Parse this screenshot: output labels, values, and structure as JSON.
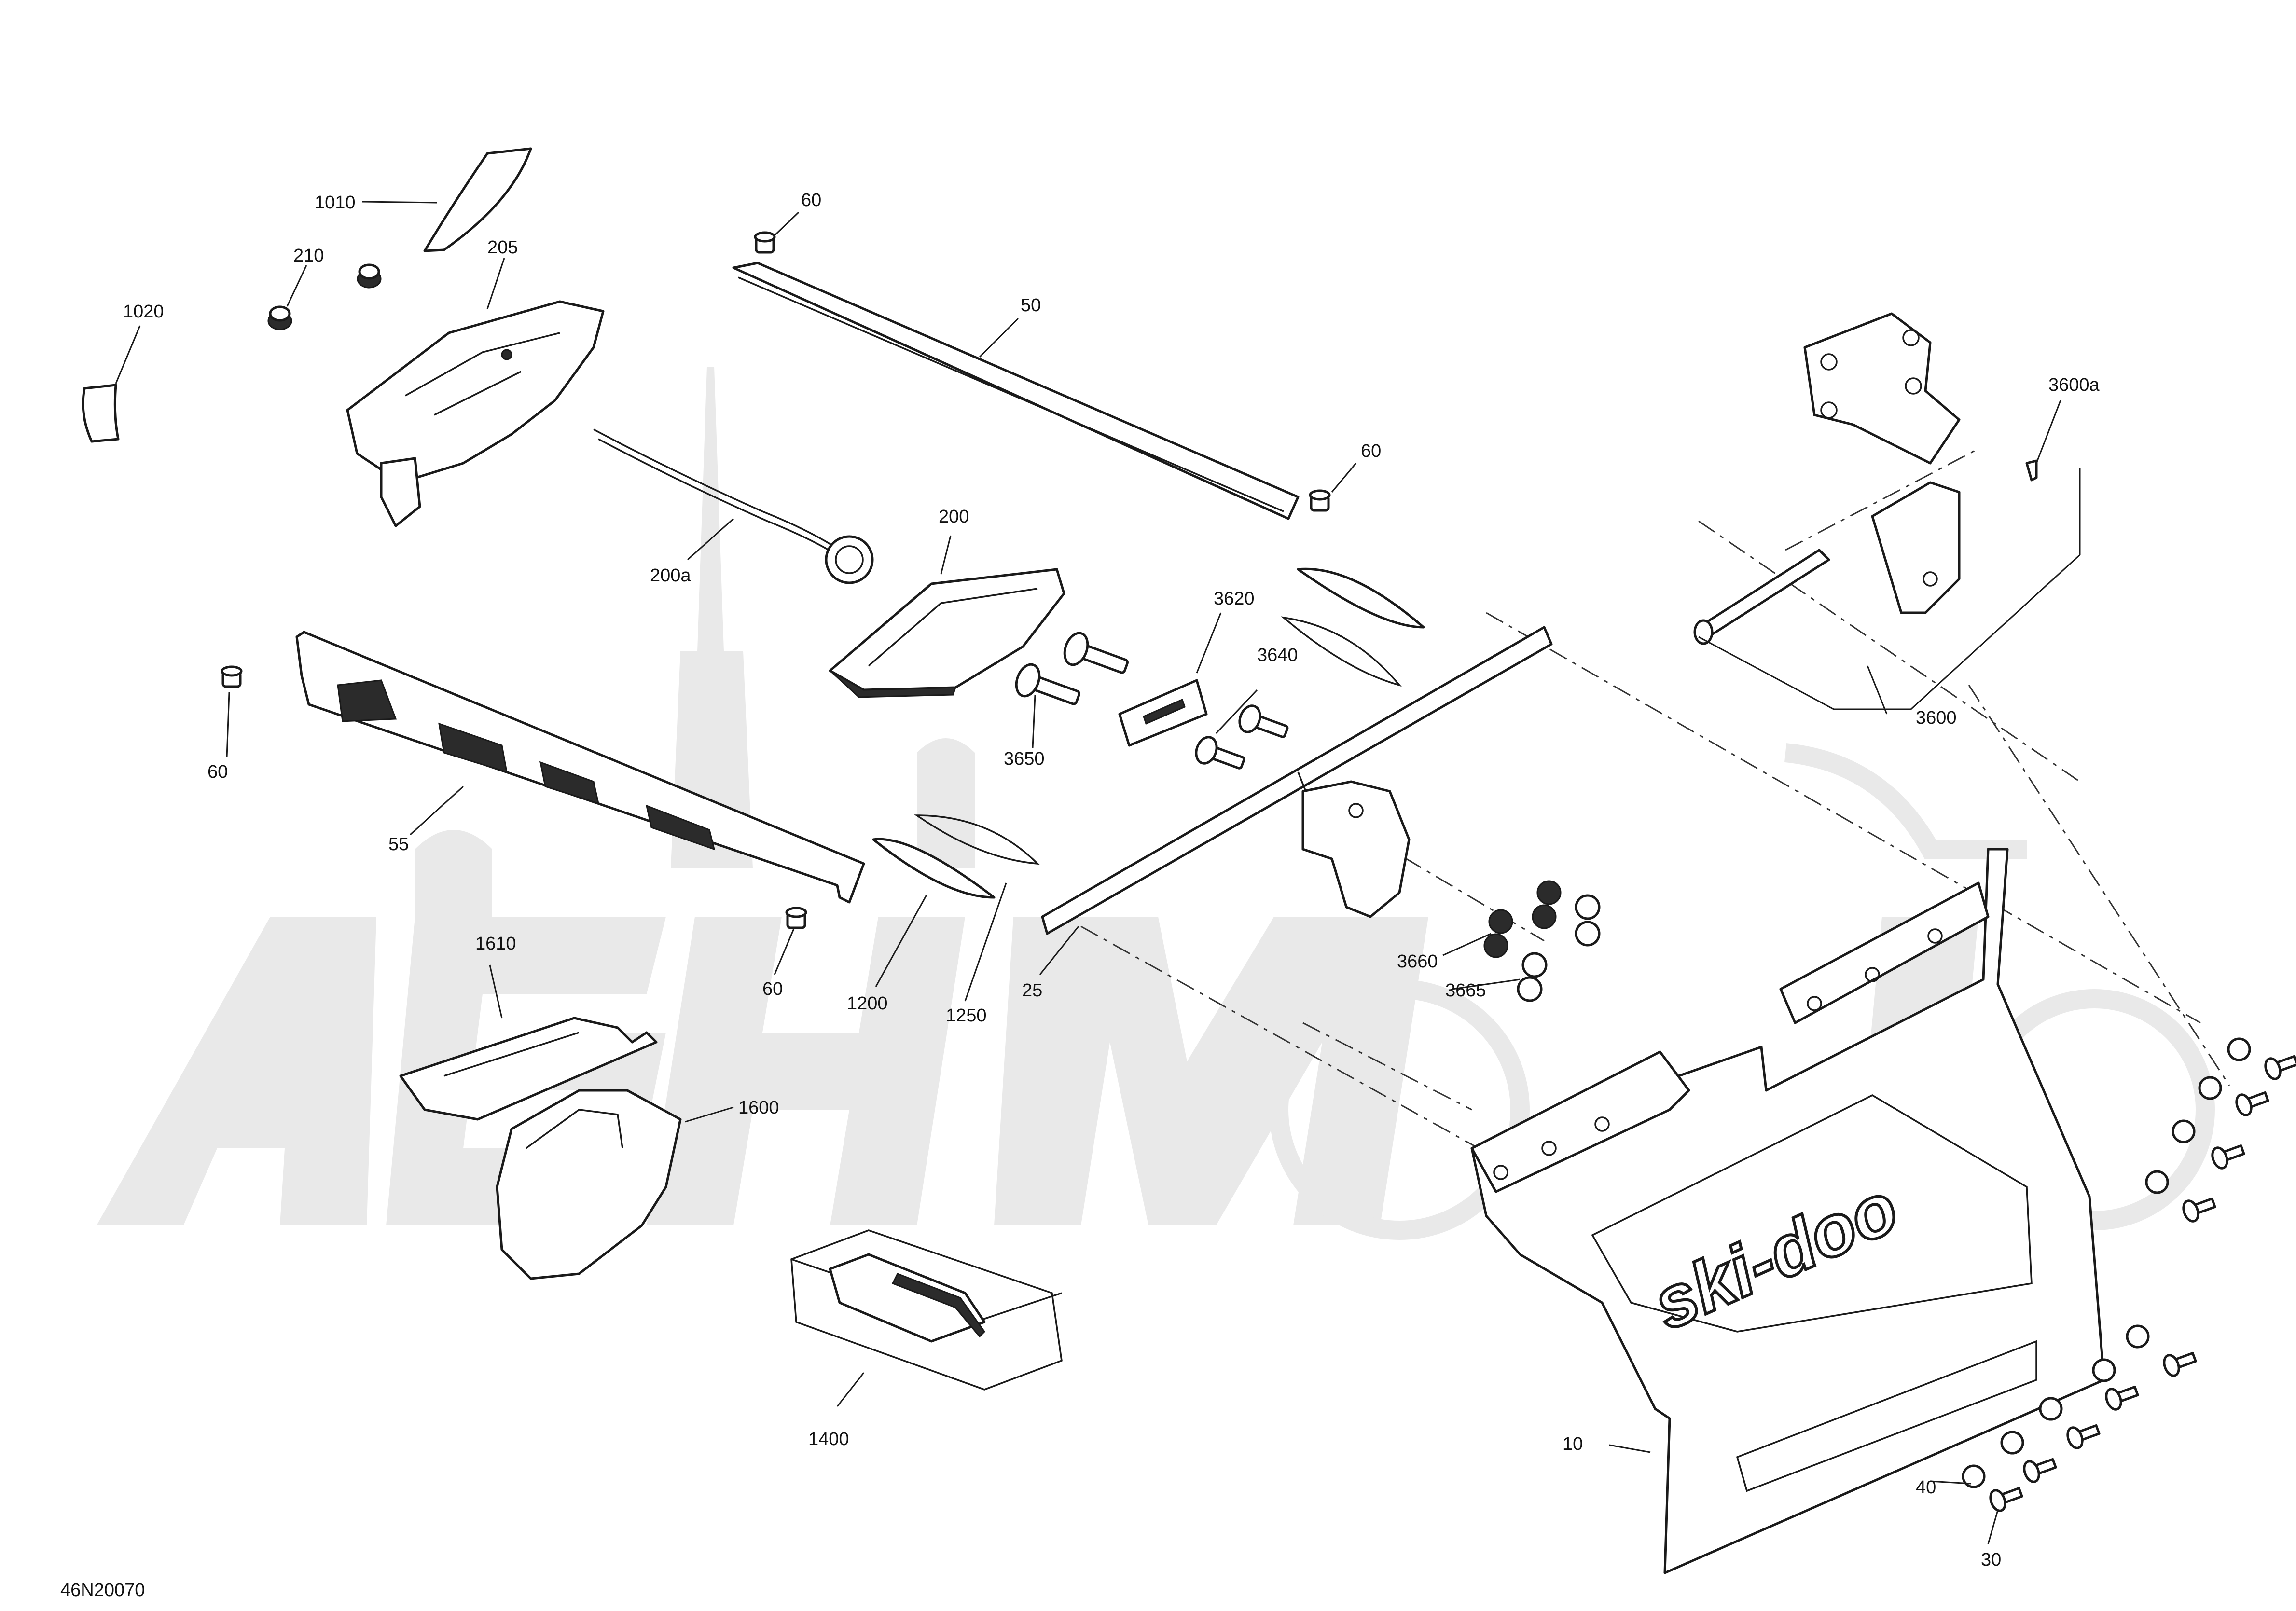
{
  "diagram": {
    "code": "46N20070",
    "brand_text": "ski-doo",
    "watermark": "AGHMoto",
    "callouts": [
      {
        "id": "c1010",
        "label": "1010"
      },
      {
        "id": "c1020",
        "label": "1020"
      },
      {
        "id": "c210",
        "label": "210"
      },
      {
        "id": "c205",
        "label": "205"
      },
      {
        "id": "c60a",
        "label": "60"
      },
      {
        "id": "c50",
        "label": "50"
      },
      {
        "id": "c60b",
        "label": "60"
      },
      {
        "id": "c200",
        "label": "200"
      },
      {
        "id": "c200a",
        "label": "200a"
      },
      {
        "id": "c3600a",
        "label": "3600a"
      },
      {
        "id": "c3600",
        "label": "3600"
      },
      {
        "id": "c3620",
        "label": "3620"
      },
      {
        "id": "c3640",
        "label": "3640"
      },
      {
        "id": "c3650",
        "label": "3650"
      },
      {
        "id": "c60c",
        "label": "60"
      },
      {
        "id": "c55",
        "label": "55"
      },
      {
        "id": "c60d",
        "label": "60"
      },
      {
        "id": "c1200",
        "label": "1200"
      },
      {
        "id": "c1250",
        "label": "1250"
      },
      {
        "id": "c25",
        "label": "25"
      },
      {
        "id": "c3660",
        "label": "3660"
      },
      {
        "id": "c3665",
        "label": "3665"
      },
      {
        "id": "c1610",
        "label": "1610"
      },
      {
        "id": "c1600",
        "label": "1600"
      },
      {
        "id": "c1400",
        "label": "1400"
      },
      {
        "id": "c10",
        "label": "10"
      },
      {
        "id": "c40",
        "label": "40"
      },
      {
        "id": "c30",
        "label": "30"
      }
    ]
  }
}
